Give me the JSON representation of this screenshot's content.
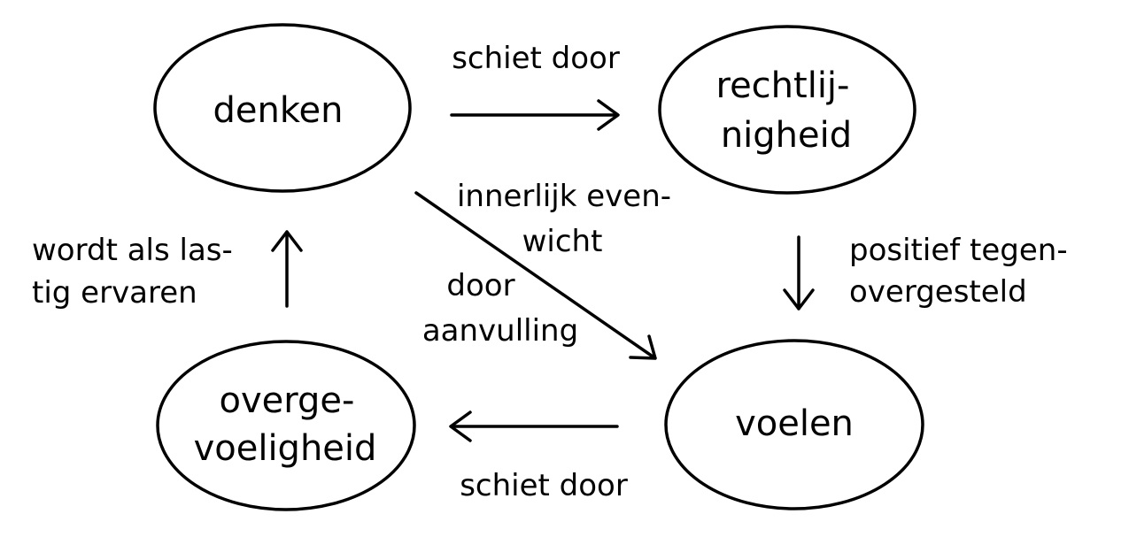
{
  "nodes": {
    "denken": {
      "lines": [
        "denken"
      ]
    },
    "rechtlijnigheid": {
      "lines": [
        "rechtlij-",
        "nigheid"
      ]
    },
    "voelen": {
      "lines": [
        "voelen"
      ]
    },
    "overgevoeligheid": {
      "lines": [
        "overge-",
        "voeligheid"
      ]
    }
  },
  "edges": {
    "denken_to_rechtlijnigheid": {
      "lines": [
        "schiet door"
      ]
    },
    "rechtlijnigheid_to_voelen": {
      "lines": [
        "positief tegen-",
        "overgesteld"
      ]
    },
    "voelen_to_overgevoeligheid": {
      "lines": [
        "schiet door"
      ]
    },
    "overgevoeligheid_to_denken": {
      "lines": [
        "wordt als las-",
        "tig ervaren"
      ]
    },
    "denken_to_voelen": {
      "label_top": [
        "innerlijk even-",
        "wicht"
      ],
      "label_bottom": [
        "door",
        "aanvulling"
      ]
    }
  },
  "colors": {
    "stroke": "#000000",
    "text": "#000000",
    "background": "#ffffff"
  }
}
